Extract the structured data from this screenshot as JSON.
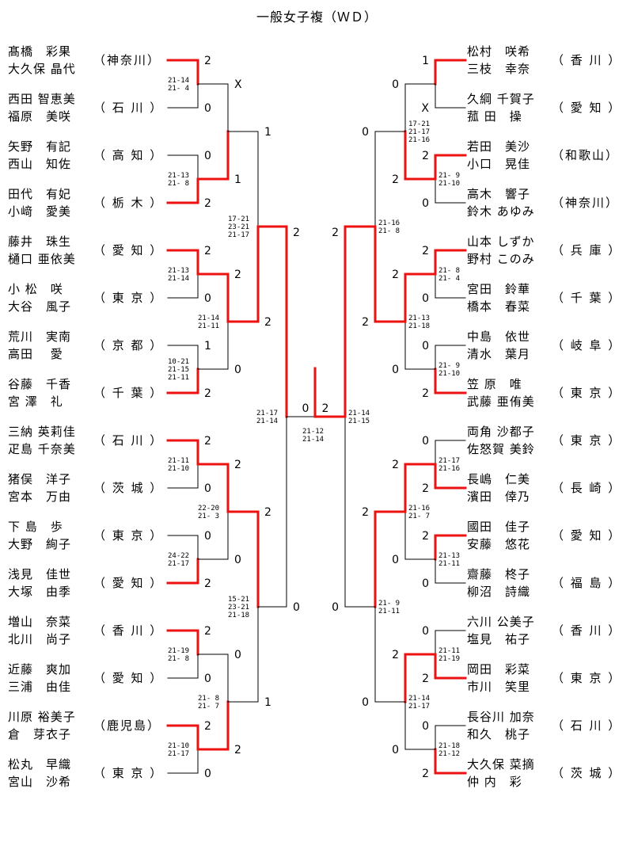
{
  "title": "一般女子複（ＷＤ）",
  "left_pairs": [
    {
      "p1": "髙橋　彩果",
      "p2": "大久保 晶代",
      "pref": "（神奈川）"
    },
    {
      "p1": "西田 智恵美",
      "p2": "福原　美咲",
      "pref": "（ 石 川 ）"
    },
    {
      "p1": "矢野　有記",
      "p2": "西山　知佐",
      "pref": "（ 高 知 ）"
    },
    {
      "p1": "田代　有妃",
      "p2": "小﨑　愛美",
      "pref": "（ 栃 木 ）"
    },
    {
      "p1": "藤井　珠生",
      "p2": "樋口 亜依美",
      "pref": "（ 愛 知 ）"
    },
    {
      "p1": "小 松　咲",
      "p2": "大谷　風子",
      "pref": "（ 東 京 ）"
    },
    {
      "p1": "荒川　実南",
      "p2": "高田　 愛",
      "pref": "（ 京 都 ）"
    },
    {
      "p1": "谷藤　千香",
      "p2": "宮 澤　礼",
      "pref": "（ 千 葉 ）"
    },
    {
      "p1": "三納 英莉佳",
      "p2": "疋島 千奈美",
      "pref": "（ 石 川 ）"
    },
    {
      "p1": "猪俣　洋子",
      "p2": "宮本　万由",
      "pref": "（ 茨 城 ）"
    },
    {
      "p1": "下 島　歩",
      "p2": "大野　絢子",
      "pref": "（ 東 京 ）"
    },
    {
      "p1": "浅見　佳世",
      "p2": "大塚　由季",
      "pref": "（ 愛 知 ）"
    },
    {
      "p1": "増山　奈菜",
      "p2": "北川　尚子",
      "pref": "（ 香 川 ）"
    },
    {
      "p1": "近藤　爽加",
      "p2": "三浦　由佳",
      "pref": "（ 愛 知 ）"
    },
    {
      "p1": "川原 裕美子",
      "p2": "倉　芽衣子",
      "pref": "（鹿児島）"
    },
    {
      "p1": "松丸　早織",
      "p2": "宮山　沙希",
      "pref": "（ 東 京 ）"
    }
  ],
  "right_pairs": [
    {
      "p1": "松村　咲希",
      "p2": "三枝　幸奈",
      "pref": "（ 香 川 ）"
    },
    {
      "p1": "久綱 千賀子",
      "p2": "菰 田　操",
      "pref": "（ 愛 知 ）"
    },
    {
      "p1": "若田　美沙",
      "p2": "小口　晃佳",
      "pref": "（和歌山）"
    },
    {
      "p1": "高木　響子",
      "p2": "鈴木 あゆみ",
      "pref": "（神奈川）"
    },
    {
      "p1": "山本 しずか",
      "p2": "野村 このみ",
      "pref": "（ 兵 庫 ）"
    },
    {
      "p1": "宮田　鈴華",
      "p2": "橋本　春菜",
      "pref": "（ 千 葉 ）"
    },
    {
      "p1": "中島　依世",
      "p2": "清水　葉月",
      "pref": "（ 岐 阜 ）"
    },
    {
      "p1": "笠 原　唯",
      "p2": "武藤 亜侑美",
      "pref": "（ 東 京 ）"
    },
    {
      "p1": "両角 沙都子",
      "p2": "佐怒賀 美鈴",
      "pref": "（ 東 京 ）"
    },
    {
      "p1": "長嶋　仁美",
      "p2": "濱田　倖乃",
      "pref": "（ 長 崎 ）"
    },
    {
      "p1": "國田　佳子",
      "p2": "安藤　悠花",
      "pref": "（ 愛 知 ）"
    },
    {
      "p1": "齋藤　柊子",
      "p2": "柳沼　詩織",
      "pref": "（ 福 島 ）"
    },
    {
      "p1": "六川 公美子",
      "p2": "塩見　祐子",
      "pref": "（ 香 川 ）"
    },
    {
      "p1": "岡田　彩菜",
      "p2": "市川　笑里",
      "pref": "（ 東 京 ）"
    },
    {
      "p1": "長谷川 加奈",
      "p2": "和久　桃子",
      "pref": "（ 石 川 ）"
    },
    {
      "p1": "大久保 菜摘",
      "p2": "仲 内　彩",
      "pref": "（ 茨 城 ）"
    }
  ],
  "left_r1": [
    {
      "top": "2",
      "bottom": "0",
      "sets": [
        "21-14",
        "21- 4"
      ]
    },
    {
      "top": "0",
      "bottom": "2",
      "sets": [
        "21-13",
        "21- 8"
      ]
    },
    {
      "top": "2",
      "bottom": "0",
      "sets": [
        "21-13",
        "21-14"
      ]
    },
    {
      "top": "1",
      "bottom": "2",
      "sets": [
        "10-21",
        "21-15",
        "21-11"
      ]
    },
    {
      "top": "2",
      "bottom": "0",
      "sets": [
        "21-11",
        "21-10"
      ]
    },
    {
      "top": "0",
      "bottom": "2",
      "sets": [
        "24-22",
        "21-17"
      ]
    },
    {
      "top": "2",
      "bottom": "0",
      "sets": [
        "21-19",
        "21- 8"
      ]
    },
    {
      "top": "2",
      "bottom": "0",
      "sets": [
        "21-10",
        "21-17"
      ]
    }
  ],
  "left_r2": [
    {
      "top": "X",
      "bottom": "1",
      "sets": []
    },
    {
      "top": "2",
      "bottom": "0",
      "sets": [
        "21-14",
        "21-11"
      ]
    },
    {
      "top": "2",
      "bottom": "0",
      "sets": [
        "22-20",
        "21- 3"
      ]
    },
    {
      "top": "0",
      "bottom": "2",
      "sets": [
        "21- 8",
        "21- 7"
      ]
    }
  ],
  "left_r3": [
    {
      "top": "1",
      "bottom": "2",
      "sets": [
        "17-21",
        "23-21",
        "21-17"
      ]
    },
    {
      "top": "2",
      "bottom": "1",
      "sets": [
        "15-21",
        "23-21",
        "21-18"
      ]
    }
  ],
  "left_r4": {
    "top": "2",
    "bottom": "0",
    "sets": [
      "21-17",
      "21-14"
    ]
  },
  "right_r1": [
    {
      "top": "1",
      "bottom": "X",
      "sets": []
    },
    {
      "top": "2",
      "bottom": "0",
      "sets": [
        "21- 9",
        "21-10"
      ]
    },
    {
      "top": "2",
      "bottom": "0",
      "sets": [
        "21- 8",
        "21- 4"
      ]
    },
    {
      "top": "0",
      "bottom": "2",
      "sets": [
        "21- 9",
        "21-10"
      ]
    },
    {
      "top": "0",
      "bottom": "2",
      "sets": [
        "21-17",
        "21-16"
      ]
    },
    {
      "top": "2",
      "bottom": "0",
      "sets": [
        "21-13",
        "21-11"
      ]
    },
    {
      "top": "0",
      "bottom": "2",
      "sets": [
        "21-11",
        "21-19"
      ]
    },
    {
      "top": "0",
      "bottom": "2",
      "sets": [
        "21-18",
        "21-12"
      ]
    }
  ],
  "right_r2": [
    {
      "top": "0",
      "bottom": "2",
      "sets": [
        "17-21",
        "21-17",
        "21-16"
      ]
    },
    {
      "top": "2",
      "bottom": "0",
      "sets": [
        "21-13",
        "21-18"
      ]
    },
    {
      "top": "2",
      "bottom": "0",
      "sets": [
        "21-16",
        "21- 7"
      ]
    },
    {
      "top": "2",
      "bottom": "0",
      "sets": [
        "21-14",
        "21-17"
      ]
    }
  ],
  "right_r3": [
    {
      "top": "0",
      "bottom": "2",
      "sets": [
        "21-16",
        "21- 8"
      ]
    },
    {
      "top": "2",
      "bottom": "0",
      "sets": [
        "21- 9",
        "21-11"
      ]
    }
  ],
  "right_r4": {
    "top": "2",
    "bottom": "0",
    "sets": [
      "21-14",
      "21-15"
    ]
  },
  "final": {
    "left": "0",
    "right": "2",
    "sets": [
      "21-12",
      "21-14"
    ]
  },
  "colors": {
    "winner": "#ee1111",
    "line": "#000000"
  }
}
